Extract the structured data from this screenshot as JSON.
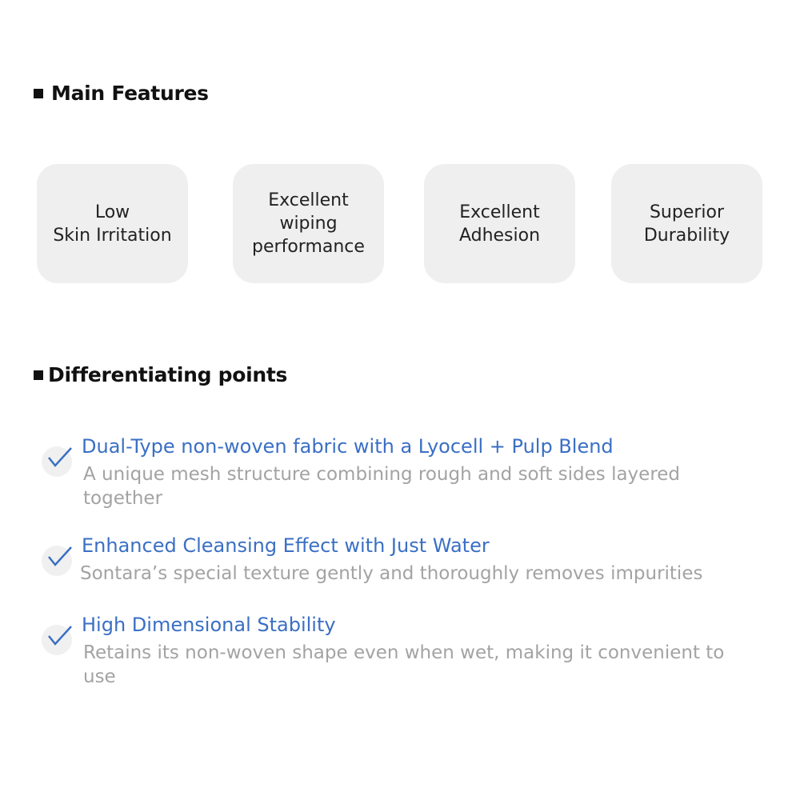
{
  "main_features": {
    "title": "Main Features",
    "cards": [
      "Low\nSkin Irritation",
      "Excellent\nwiping\nperformance",
      "Excellent\nAdhesion",
      "Superior\nDurability"
    ]
  },
  "differentiating": {
    "title": "Differentiating points",
    "items": [
      {
        "title": "Dual-Type non-woven fabric with a Lyocell + Pulp Blend",
        "desc": "A unique mesh structure combining rough and soft sides layered together"
      },
      {
        "title": "Enhanced Cleansing Effect with Just Water",
        "desc": "Sontara’s special texture gently and thoroughly removes impurities"
      },
      {
        "title": "High Dimensional Stability",
        "desc": "Retains its non-woven shape even when wet, making it convenient to use"
      }
    ]
  },
  "colors": {
    "accent": "#3a6fc4",
    "card": "#efefef",
    "muted": "#a3a3a3"
  }
}
